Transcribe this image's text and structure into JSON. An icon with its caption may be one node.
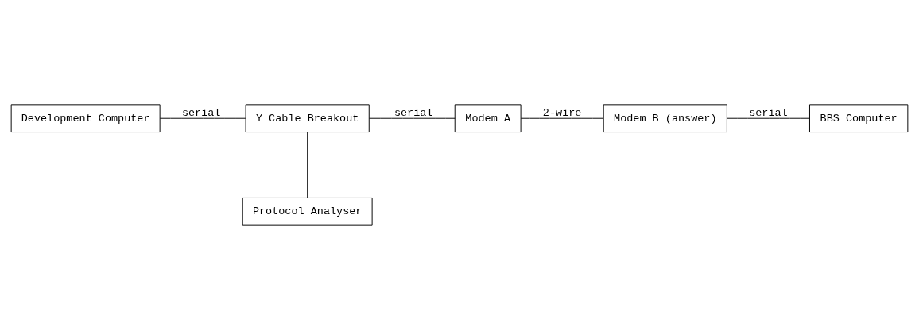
{
  "diagram": {
    "nodes": [
      {
        "text": [
          "Development Computer"
        ]
      },
      {
        "text": [
          "Y Cable Breakout"
        ]
      },
      {
        "text": [
          "Modem A"
        ]
      },
      {
        "text": [
          "Modem B (answer)"
        ]
      },
      {
        "text": [
          "BBS Computer"
        ]
      },
      {
        "text": [
          "Protocol Analyser"
        ]
      }
    ],
    "edges": [
      {
        "from": 0,
        "to": 1,
        "arrow": "none",
        "label": "serial"
      },
      {
        "from": 1,
        "to": 2,
        "arrow": "none",
        "label": "serial"
      },
      {
        "from": 2,
        "to": 3,
        "arrow": "none",
        "label": "2-wire"
      },
      {
        "from": 3,
        "to": 4,
        "arrow": "none",
        "label": "serial"
      },
      {
        "from": 1,
        "to": 5,
        "arrow": "none"
      }
    ]
  }
}
